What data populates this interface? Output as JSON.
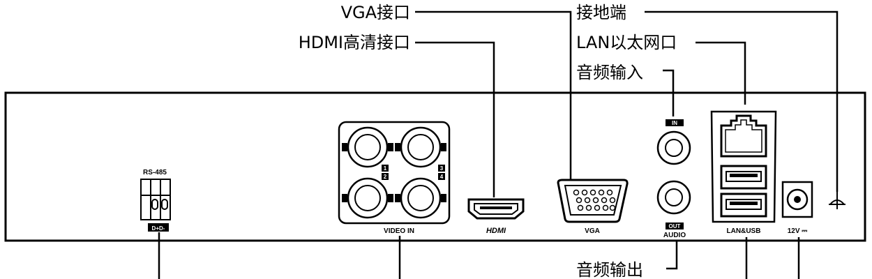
{
  "callouts": {
    "vga": "VGA接口",
    "hdmi": "HDMI高清接口",
    "ground": "接地端",
    "lan": "LAN以太网口",
    "audio_in": "音频输入",
    "audio_out": "音频输出"
  },
  "panel": {
    "rs485": "RS-485",
    "d_pins": "D+D-",
    "video_in": "VIDEO IN",
    "ch1": "1",
    "ch2": "2",
    "ch3": "3",
    "ch4": "4",
    "hdmi": "HDMI",
    "vga": "VGA",
    "in_badge": "IN",
    "out_badge": "OUT",
    "audio": "AUDIO",
    "lan_usb": "LAN&USB",
    "power": "12V ⎓"
  },
  "icons": [
    "bnc-connector-icon",
    "hdmi-port-icon",
    "vga-port-icon",
    "rca-jack-icon",
    "rj45-port-icon",
    "usb-port-icon",
    "dc-jack-icon",
    "ground-symbol-icon"
  ]
}
